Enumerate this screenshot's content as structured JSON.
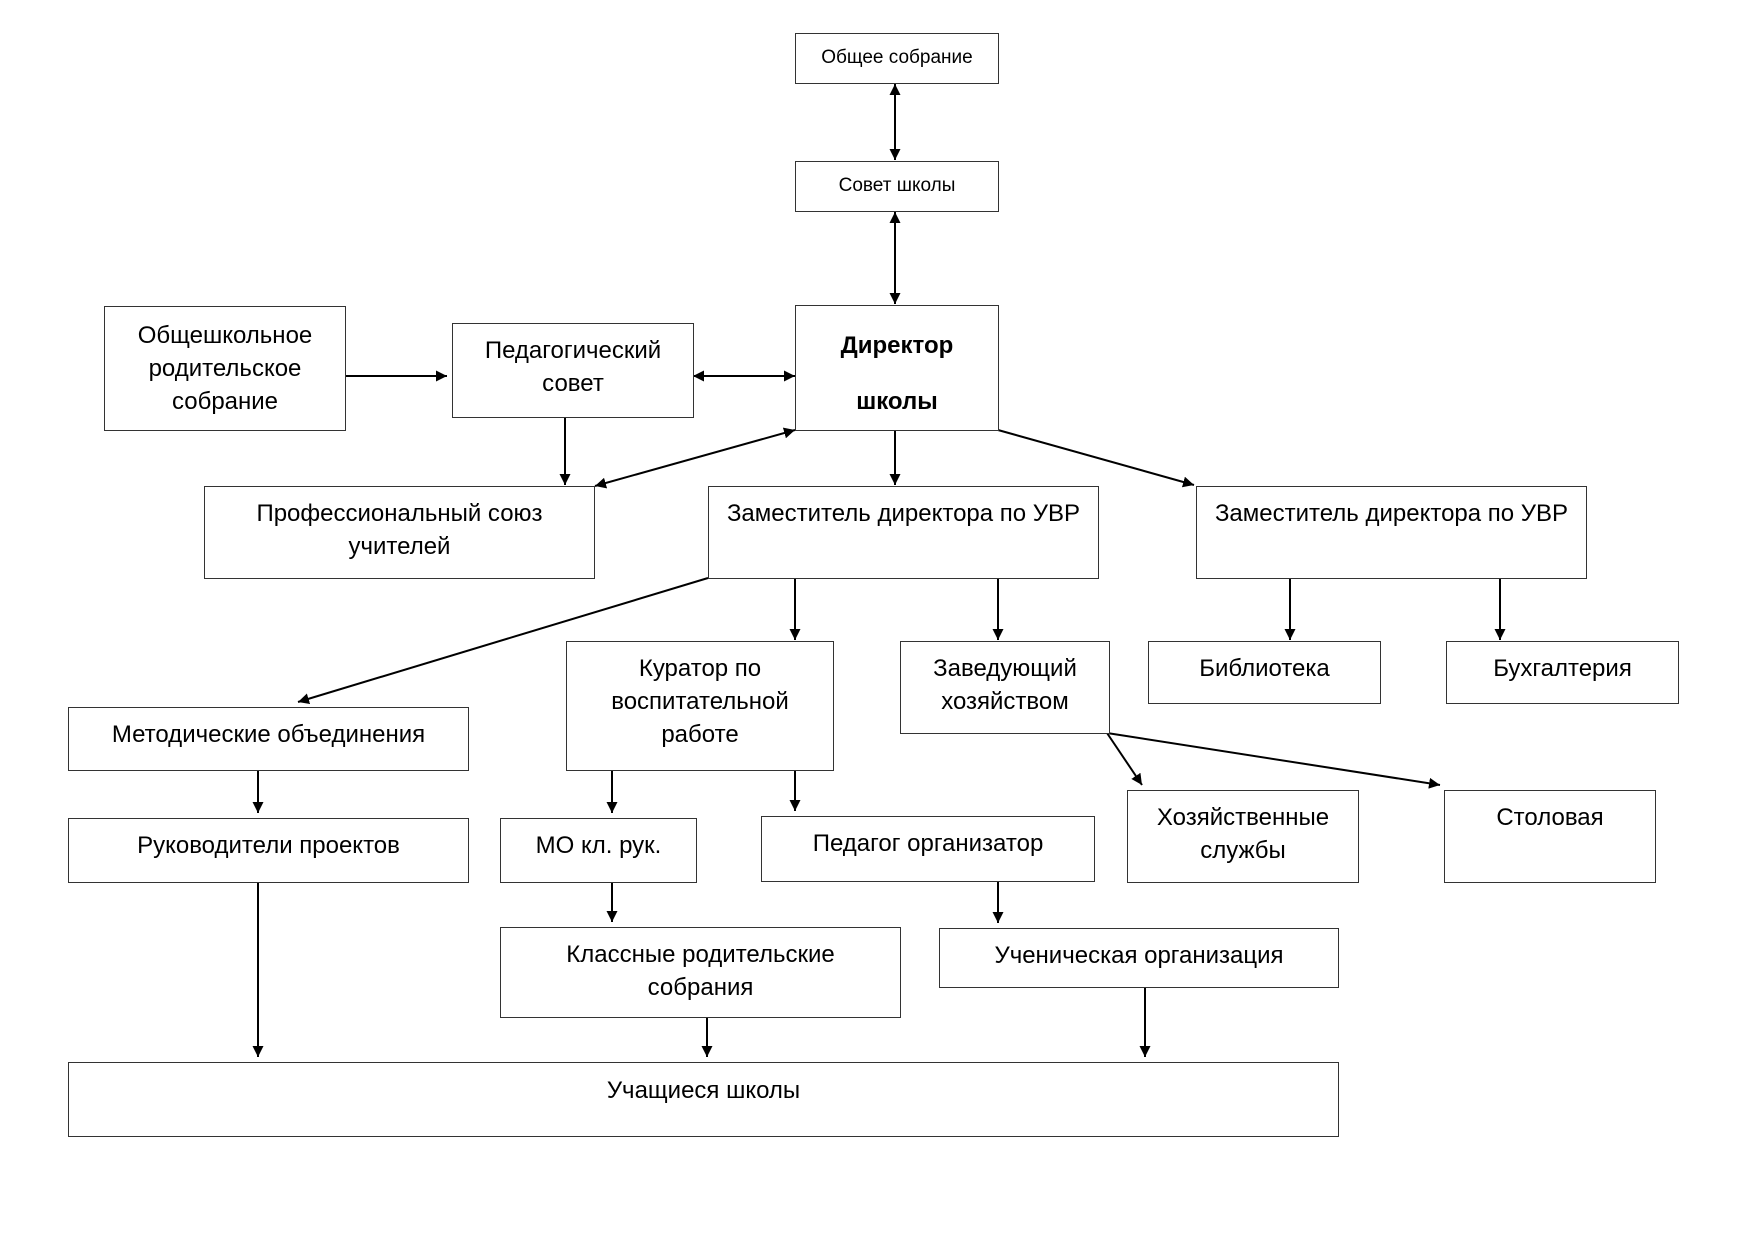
{
  "nodes": {
    "general_meeting": "Общее собрание",
    "school_council": "Совет школы",
    "director_line1": "Директор",
    "director_line2": "школы",
    "parent_meeting": "Общешкольное родительское собрание",
    "ped_council": "Педагогический совет",
    "trade_union": "Профессиональный союз учителей",
    "deputy_center": "Заместитель директора по УВР",
    "deputy_right": "Заместитель директора по УВР",
    "curator": "Куратор по воспитательной работе",
    "household_head": "Заведующий хозяйством",
    "library": "Библиотека",
    "accounting": "Бухгалтерия",
    "method_unions": "Методические объединения",
    "household_services": "Хозяйственные службы",
    "canteen": "Столовая",
    "project_leaders": "Руководители проектов",
    "mo_class": "МО кл. рук.",
    "ped_organizer": "Педагог организатор",
    "class_parent_meetings": "Классные родительские собрания",
    "student_org": "Ученическая организация",
    "students": "Учащиеся школы"
  }
}
